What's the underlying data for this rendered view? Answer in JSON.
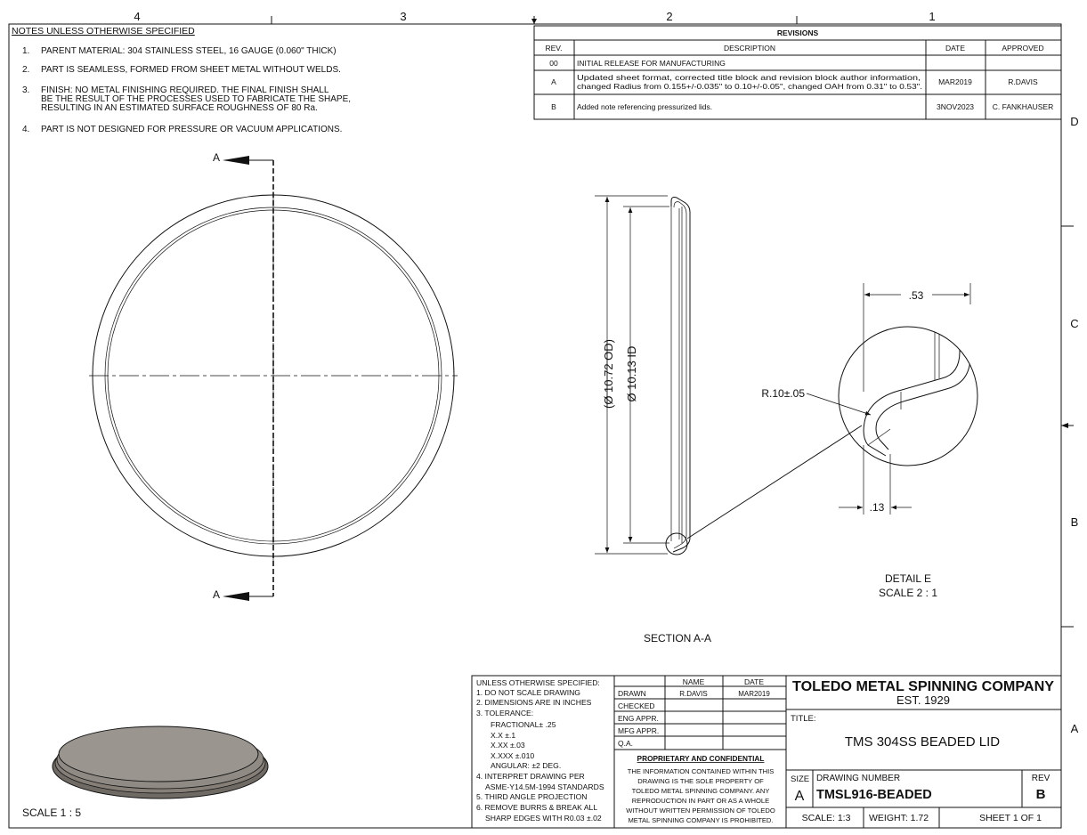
{
  "zones": {
    "top": [
      "4",
      "3",
      "2",
      "1"
    ],
    "right": [
      "D",
      "C",
      "B",
      "A"
    ]
  },
  "notes": {
    "heading": "NOTES UNLESS OTHERWISE SPECIFIED",
    "items": [
      {
        "num": "1.",
        "lines": [
          "PARENT MATERIAL: 304 STAINLESS STEEL, 16 GAUGE (0.060\" THICK)"
        ]
      },
      {
        "num": "2.",
        "lines": [
          "PART IS SEAMLESS, FORMED FROM SHEET METAL WITHOUT WELDS."
        ]
      },
      {
        "num": "3.",
        "lines": [
          "FINISH: NO METAL FINISHING REQUIRED.  THE FINAL FINISH SHALL",
          "BE THE RESULT OF THE PROCESSES USED TO FABRICATE THE SHAPE,",
          "RESULTING IN AN ESTIMATED SURFACE ROUGHNESS OF 80 Ra."
        ]
      },
      {
        "num": "4.",
        "lines": [
          "PART IS NOT DESIGNED FOR PRESSURE OR VACUUM APPLICATIONS."
        ]
      }
    ]
  },
  "revisions": {
    "title": "REVISIONS",
    "headers": {
      "rev": "REV.",
      "description": "DESCRIPTION",
      "date": "DATE",
      "approved": "APPROVED"
    },
    "rows": [
      {
        "rev": "00",
        "description": [
          "INITIAL RELEASE FOR MANUFACTURING"
        ],
        "date": "",
        "approved": ""
      },
      {
        "rev": "A",
        "description": [
          "Updated sheet format, corrected title block and revision block author information,",
          "changed Radius from 0.155+/-0.035\" to 0.10+/-0.05\", changed OAH from 0.31\" to 0.53\"."
        ],
        "date": "MAR2019",
        "approved": "R.DAVIS"
      },
      {
        "rev": "B",
        "description": [
          "Added note referencing pressurized lids."
        ],
        "date": "3NOV2023",
        "approved": "C. FANKHAUSER"
      }
    ]
  },
  "views": {
    "section_letter": "A",
    "section_label": "SECTION A-A",
    "scale_main": "SCALE 1 : 5",
    "od_dim": "(Ø 10.72 OD)",
    "id_dim": "Ø 10.13 ID",
    "detail_title": "DETAIL E",
    "detail_scale": "SCALE 2 : 1",
    "dim_width": ".53",
    "dim_thickness": ".13",
    "dim_radius": "R.10±.05"
  },
  "general_notes": {
    "lines": [
      "UNLESS OTHERWISE SPECIFIED:",
      "1. DO NOT SCALE DRAWING",
      "2. DIMENSIONS ARE IN INCHES",
      "3. TOLERANCE:",
      "FRACTIONAL± .25",
      "X.X      ±.1",
      "X.XX    ±.03",
      "X.XXX   ±.010",
      "ANGULAR: ±2 DEG.",
      "4. INTERPRET DRAWING PER",
      "ASME-Y14.5M-1994 STANDARDS",
      "5. THIRD ANGLE PROJECTION",
      "6. REMOVE BURRS & BREAK ALL",
      "SHARP EDGES WITH R0.03 ±.02"
    ]
  },
  "approvals": {
    "col_name": "NAME",
    "col_date": "DATE",
    "rows": [
      {
        "label": "DRAWN",
        "name": "R.DAVIS",
        "date": "MAR2019"
      },
      {
        "label": "CHECKED",
        "name": "",
        "date": ""
      },
      {
        "label": "ENG APPR.",
        "name": "",
        "date": ""
      },
      {
        "label": "MFG APPR.",
        "name": "",
        "date": ""
      },
      {
        "label": "Q.A.",
        "name": "",
        "date": ""
      }
    ]
  },
  "proprietary": {
    "heading": "PROPRIETARY AND CONFIDENTIAL",
    "lines": [
      "THE INFORMATION CONTAINED WITHIN THIS",
      "DRAWING IS THE SOLE PROPERTY OF",
      "TOLEDO METAL SPINNING COMPANY.  ANY",
      "REPRODUCTION IN PART OR AS A WHOLE",
      "WITHOUT WRITTEN PERMISSION OF TOLEDO",
      "METAL SPINNING COMPANY IS PROHIBITED."
    ]
  },
  "title_block": {
    "company": "TOLEDO METAL SPINNING COMPANY",
    "est": "EST. 1929",
    "title_label": "TITLE:",
    "title": "TMS 304SS BEADED LID",
    "size_label": "SIZE",
    "size": "A",
    "dwg_label": "DRAWING NUMBER",
    "dwg_number": "TMSL916-BEADED",
    "rev_label": "REV",
    "rev": "B",
    "scale": "SCALE: 1:3",
    "weight": "WEIGHT: 1.72",
    "sheet": "SHEET 1 OF 1"
  },
  "colors": {
    "line": "#111111",
    "shade_top": "#9a958e",
    "shade_side": "#6f6a64"
  }
}
